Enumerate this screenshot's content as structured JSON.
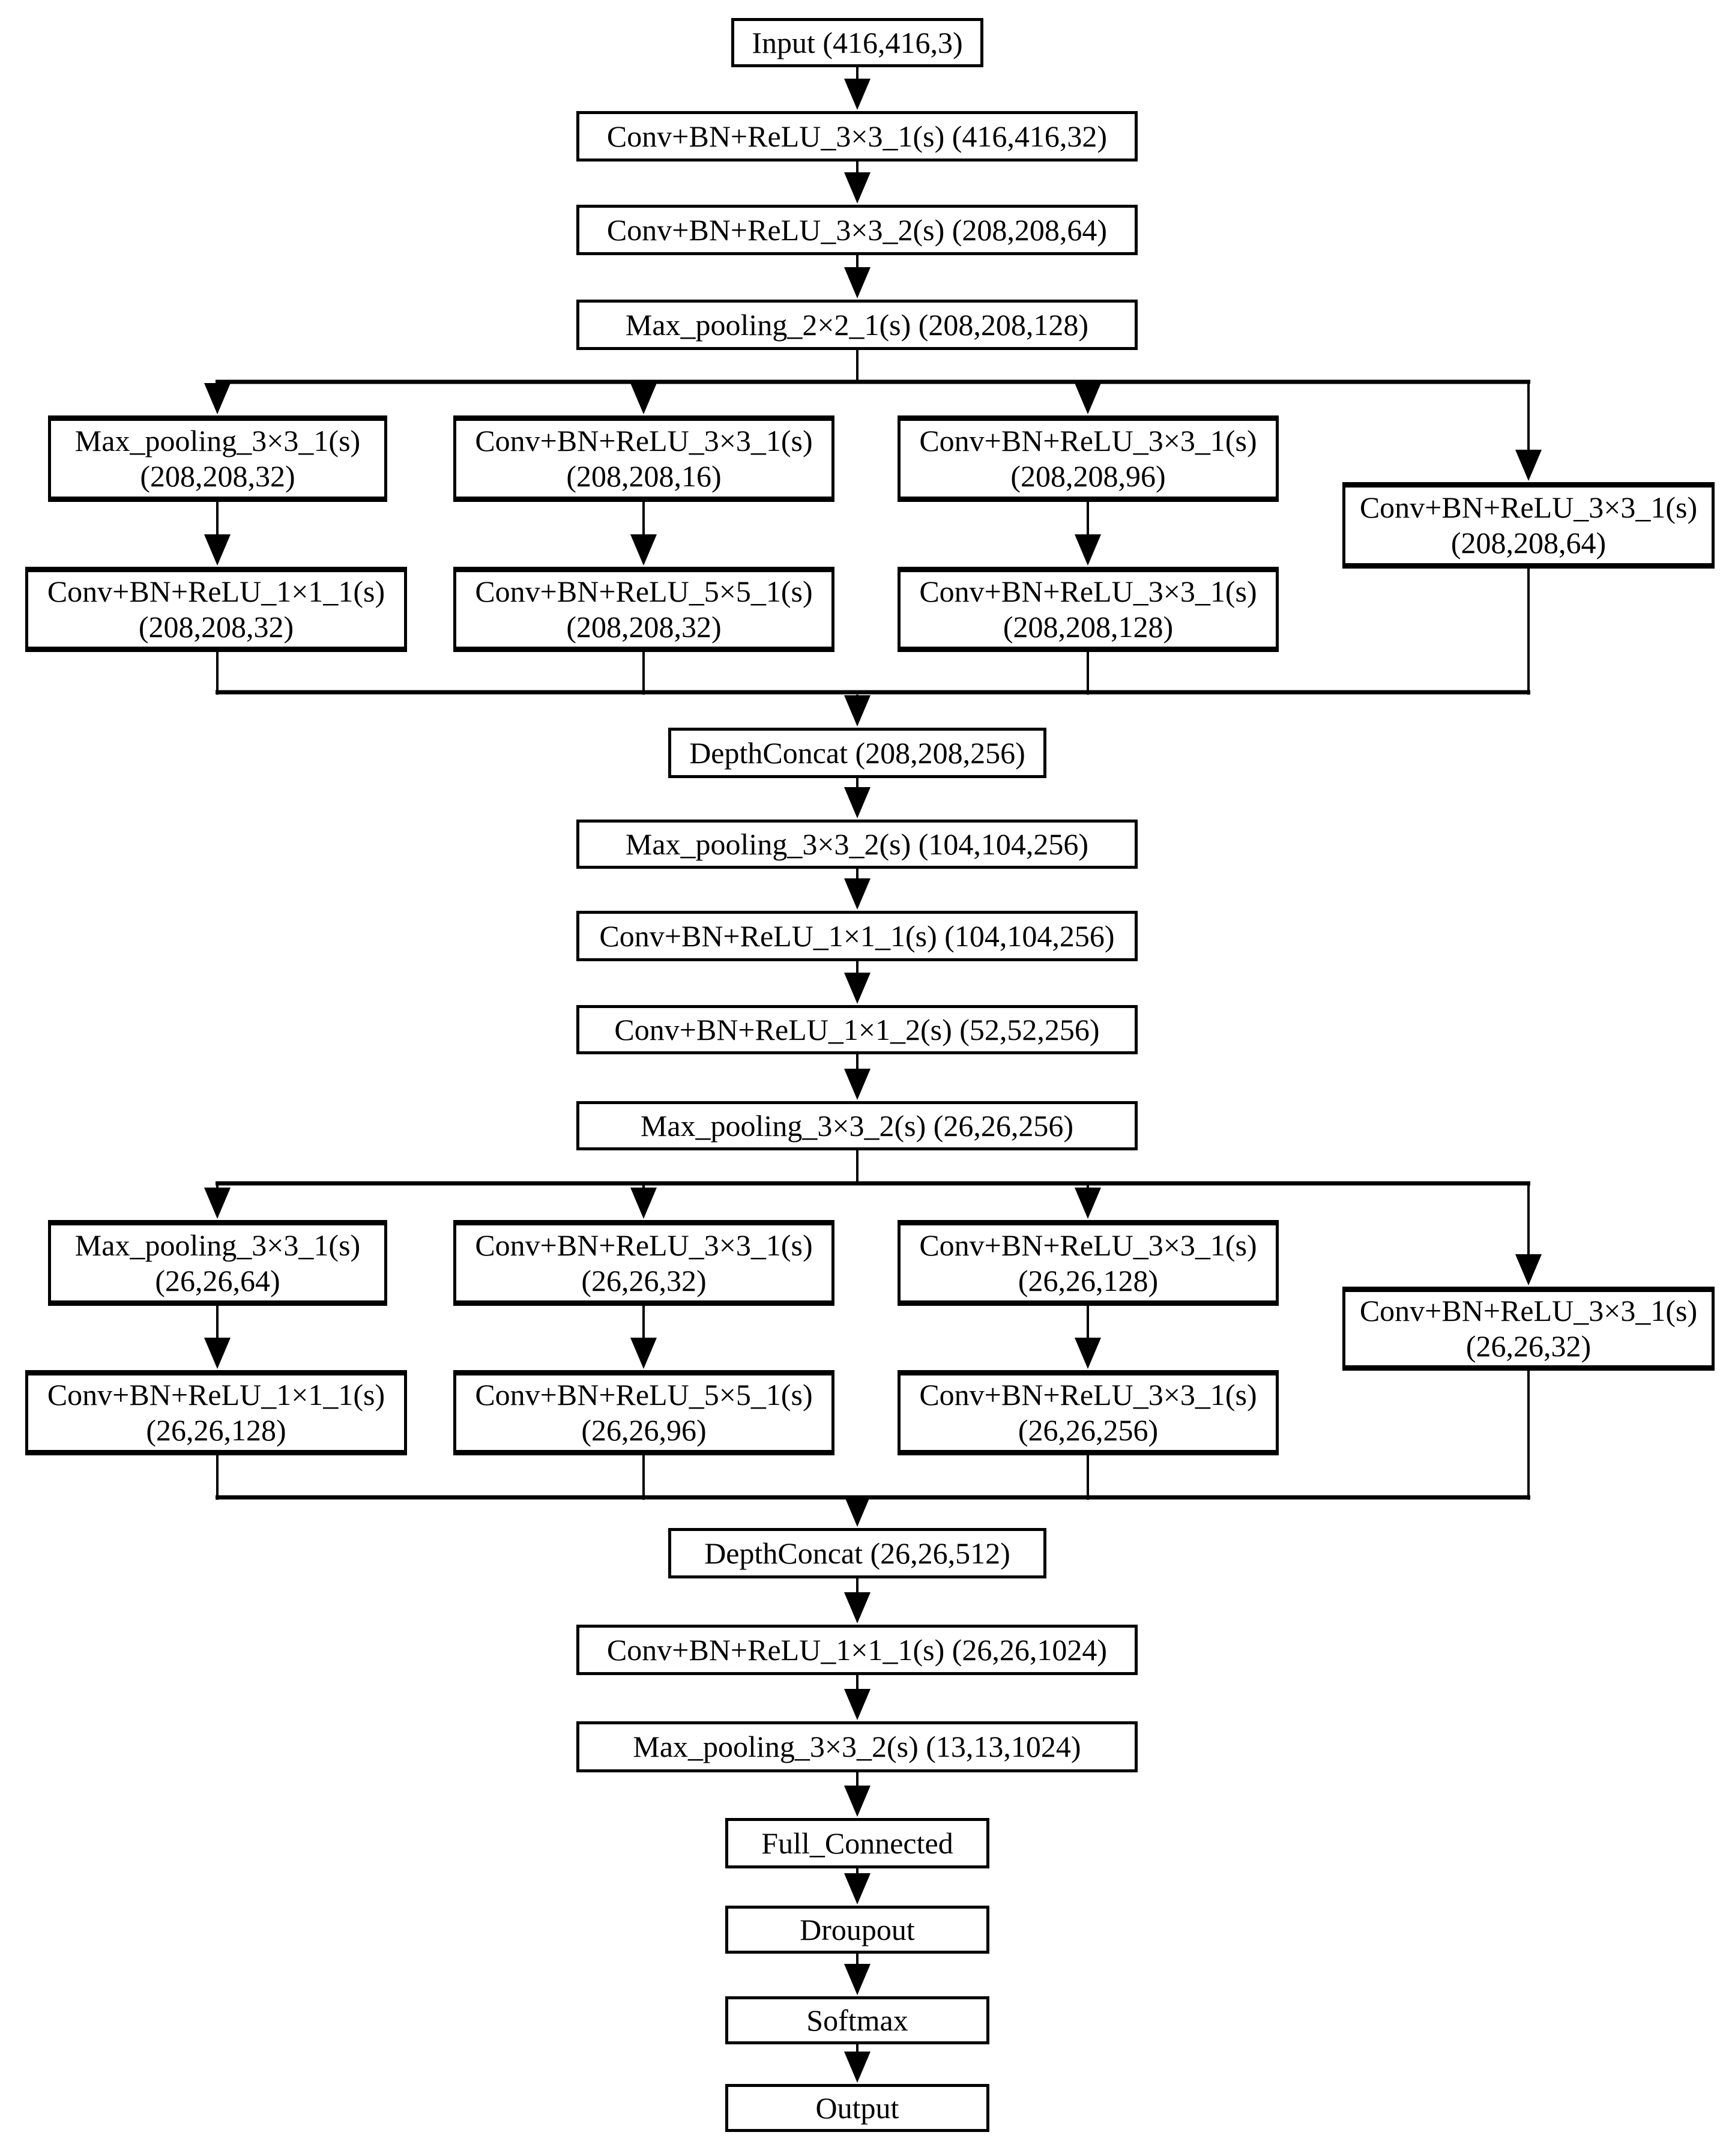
{
  "nodes": {
    "input": {
      "label": "Input (416,416,3)"
    },
    "conv1": {
      "label": "Conv+BN+ReLU_3×3_1(s) (416,416,32)"
    },
    "conv2": {
      "label": "Conv+BN+ReLU_3×3_2(s) (208,208,64)"
    },
    "pool1": {
      "label": "Max_pooling_2×2_1(s) (208,208,128)"
    },
    "inc1": {
      "r1c1": {
        "op": "Max_pooling_3×3_1(s)",
        "shape": "(208,208,32)"
      },
      "r1c2": {
        "op": "Conv+BN+ReLU_3×3_1(s)",
        "shape": "(208,208,16)"
      },
      "r1c3": {
        "op": "Conv+BN+ReLU_3×3_1(s)",
        "shape": "(208,208,96)"
      },
      "c4": {
        "op": "Conv+BN+ReLU_3×3_1(s)",
        "shape": "(208,208,64)"
      },
      "r2c1": {
        "op": "Conv+BN+ReLU_1×1_1(s)",
        "shape": "(208,208,32)"
      },
      "r2c2": {
        "op": "Conv+BN+ReLU_5×5_1(s)",
        "shape": "(208,208,32)"
      },
      "r2c3": {
        "op": "Conv+BN+ReLU_3×3_1(s)",
        "shape": "(208,208,128)"
      }
    },
    "depthconcat1": {
      "label": "DepthConcat (208,208,256)"
    },
    "pool2": {
      "label": "Max_pooling_3×3_2(s) (104,104,256)"
    },
    "conv3": {
      "label": "Conv+BN+ReLU_1×1_1(s) (104,104,256)"
    },
    "conv4": {
      "label": "Conv+BN+ReLU_1×1_2(s) (52,52,256)"
    },
    "pool3": {
      "label": "Max_pooling_3×3_2(s) (26,26,256)"
    },
    "inc2": {
      "r1c1": {
        "op": "Max_pooling_3×3_1(s)",
        "shape": "(26,26,64)"
      },
      "r1c2": {
        "op": "Conv+BN+ReLU_3×3_1(s)",
        "shape": "(26,26,32)"
      },
      "r1c3": {
        "op": "Conv+BN+ReLU_3×3_1(s)",
        "shape": "(26,26,128)"
      },
      "c4": {
        "op": "Conv+BN+ReLU_3×3_1(s)",
        "shape": "(26,26,32)"
      },
      "r2c1": {
        "op": "Conv+BN+ReLU_1×1_1(s)",
        "shape": "(26,26,128)"
      },
      "r2c2": {
        "op": "Conv+BN+ReLU_5×5_1(s)",
        "shape": "(26,26,96)"
      },
      "r2c3": {
        "op": "Conv+BN+ReLU_3×3_1(s)",
        "shape": "(26,26,256)"
      }
    },
    "depthconcat2": {
      "label": "DepthConcat (26,26,512)"
    },
    "conv5": {
      "label": "Conv+BN+ReLU_1×1_1(s) (26,26,1024)"
    },
    "pool4": {
      "label": "Max_pooling_3×3_2(s) (13,13,1024)"
    },
    "fc": {
      "label": "Full_Connected"
    },
    "dropout": {
      "label": "Droupout"
    },
    "softmax": {
      "label": "Softmax"
    },
    "output": {
      "label": "Output"
    }
  },
  "colors": {
    "stroke": "#000000",
    "background": "#ffffff",
    "text": "#000000"
  }
}
